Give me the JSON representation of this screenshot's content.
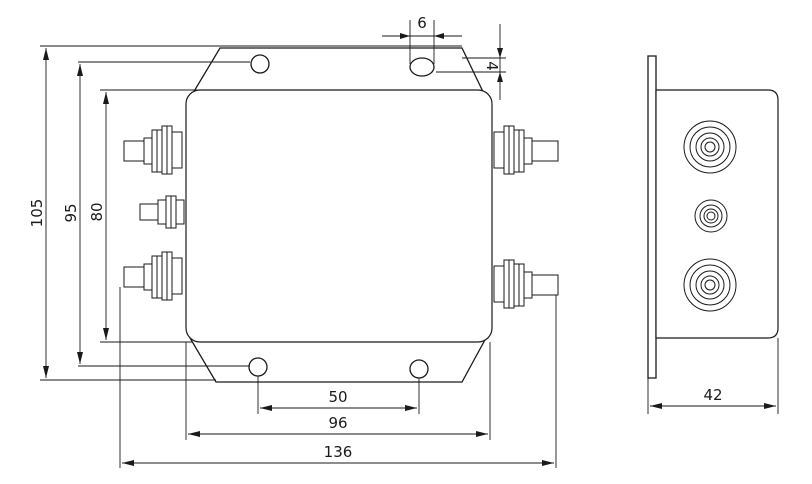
{
  "drawing": {
    "dimensions": {
      "hole_diameter": "6",
      "hole_offset": "4",
      "total_height": "105",
      "hole_spacing_vertical": "95",
      "body_height": "80",
      "hole_spacing_horizontal": "50",
      "body_width": "96",
      "total_width": "136",
      "depth": "42"
    }
  }
}
